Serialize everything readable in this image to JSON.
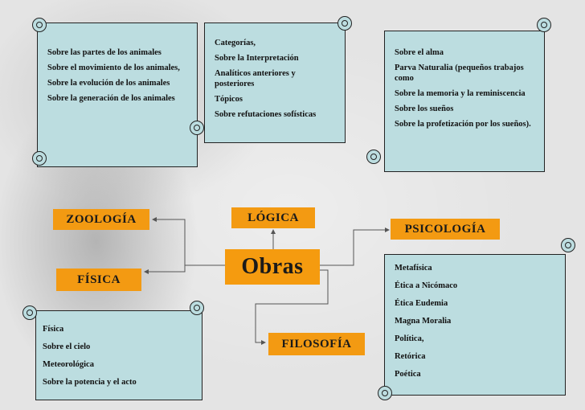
{
  "center": {
    "label": "Obras"
  },
  "topics": {
    "zoologia": "ZOOLOGÍA",
    "logica": "LÓGICA",
    "psicologia": "PSICOLOGÍA",
    "fisica": "FÍSICA",
    "filosofia": "FILOSOFÍA"
  },
  "scrolls": {
    "zoologia": [
      "Sobre las partes de los animales",
      " Sobre el movimiento de los animales,",
      "Sobre la evolución de los animales",
      " Sobre la generación de los animales"
    ],
    "logica": [
      "Categorías,",
      "Sobre la Interpretación",
      "Analíticos anteriores y posteriores",
      "Tópicos",
      "Sobre refutaciones sofísticas"
    ],
    "psicologia": [
      "Sobre el alma",
      "Parva Naturalia (pequeños trabajos como",
      "Sobre la memoria y la reminiscencia",
      "Sobre los sueños",
      "Sobre la profetización por los sueños)."
    ],
    "fisica": [
      "Física",
      " Sobre el cielo",
      "Meteorológica",
      "Sobre la potencia y el acto"
    ],
    "filosofia": [
      "Metafísica",
      "Ética a Nicómaco",
      "Ética Eudemia",
      "Magna Moralia",
      "Política,",
      "Retórica",
      " Poética"
    ]
  },
  "colors": {
    "label_bg": "#f39a12",
    "scroll_bg": "#bcdde0",
    "line": "#555555"
  }
}
